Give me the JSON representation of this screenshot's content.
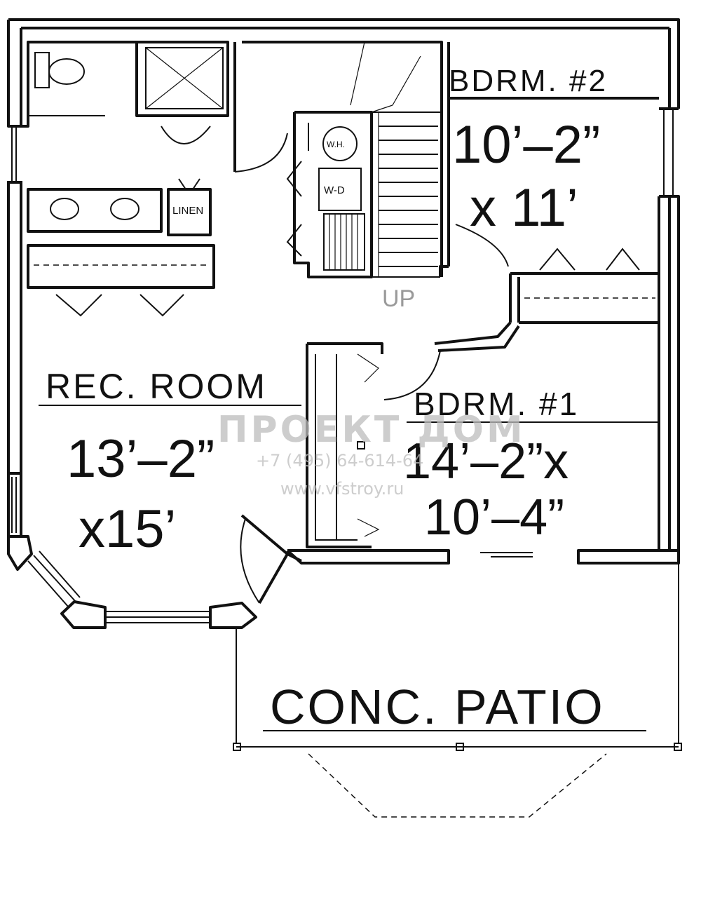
{
  "rooms": {
    "bdrm2": {
      "name": "BDRM. #2",
      "dim_line1": "10’–2”",
      "dim_line2": "x  11’"
    },
    "bdrm1": {
      "name": "BDRM. #1",
      "dim_line1": "14’–2”x",
      "dim_line2": "10’–4”"
    },
    "rec_room": {
      "name": "REC. ROOM",
      "dim_line1": "13’–2”",
      "dim_line2": "x15’"
    },
    "patio": {
      "name": "CONC. PATIO"
    }
  },
  "fixtures": {
    "water_heater": "W.H.",
    "washer_dryer": "W-D",
    "linen": "LINEN",
    "stairs": "UP"
  },
  "watermark": {
    "brand": "ПРОЕКТ ДОМ",
    "phone": "+7 (495) 64-614-64",
    "url": "www.vfstroy.ru"
  }
}
